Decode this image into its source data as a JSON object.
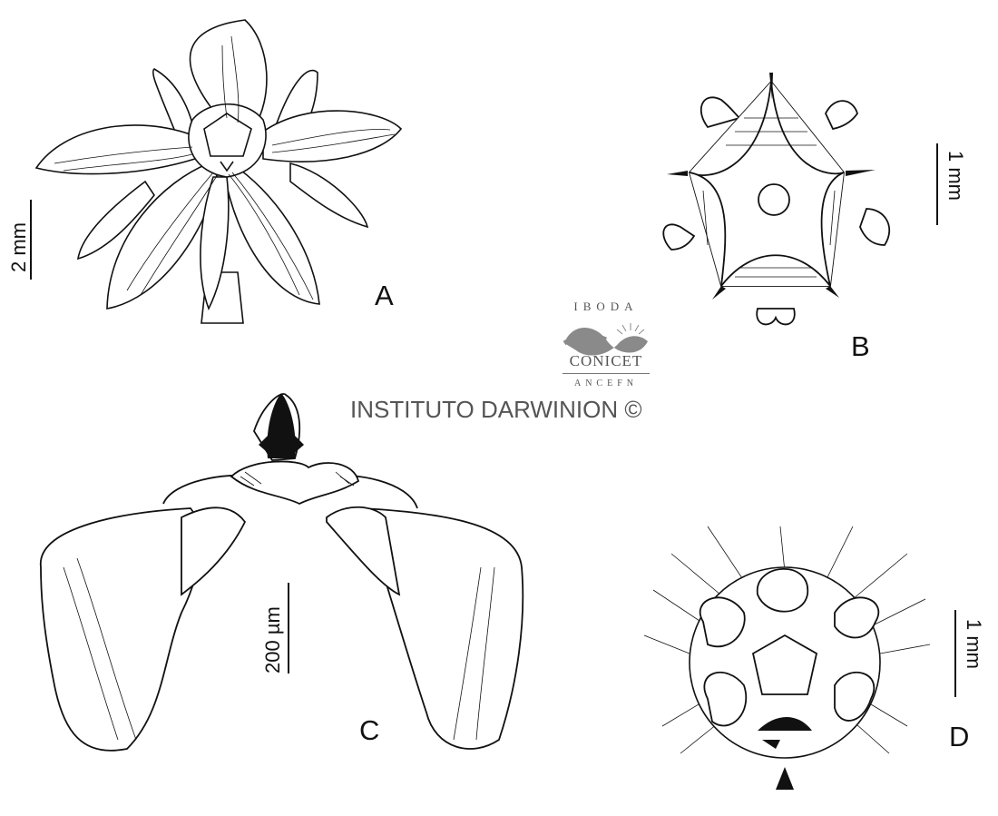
{
  "figure": {
    "panels": [
      {
        "letter": "A",
        "scale": "2 mm"
      },
      {
        "letter": "B",
        "scale": "1 mm"
      },
      {
        "letter": "C",
        "scale": "200 µm"
      },
      {
        "letter": "D",
        "scale": "1 mm"
      }
    ]
  },
  "watermark": {
    "top": "IBODA",
    "middle": "CONICET",
    "bottom": "ANCEFN",
    "institute": "INSTITUTO DARWINION ©"
  },
  "style": {
    "ink": "#111111",
    "watermark": "#555555",
    "logo_fill": "#8a8a8a"
  }
}
